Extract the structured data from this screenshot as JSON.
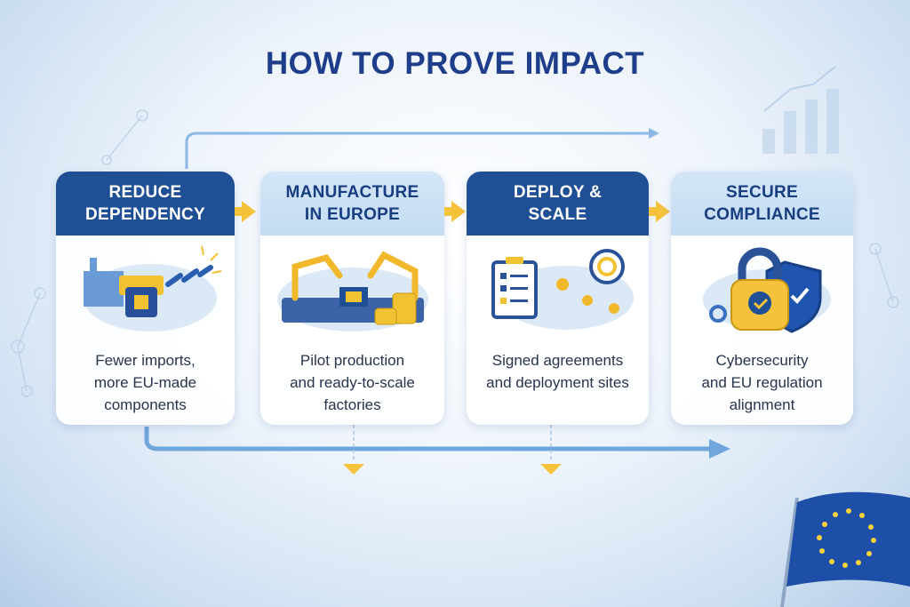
{
  "title": "HOW TO PROVE IMPACT",
  "steps": [
    {
      "heading_line1": "REDUCE",
      "heading_line2": "DEPENDENCY",
      "description": [
        "Fewer imports,",
        "more EU-made",
        "components"
      ],
      "icon": "broken-chain-chip-icon"
    },
    {
      "heading_line1": "MANUFACTURE",
      "heading_line2": "IN EUROPE",
      "description": [
        "Pilot production",
        "and ready-to-scale",
        "factories"
      ],
      "icon": "robot-arms-factory-icon"
    },
    {
      "heading_line1": "DEPLOY &",
      "heading_line2": "SCALE",
      "description": [
        "Signed agreements",
        "and deployment sites"
      ],
      "icon": "clipboard-map-target-icon"
    },
    {
      "heading_line1": "SECURE",
      "heading_line2": "COMPLIANCE",
      "description": [
        "Cybersecurity",
        "and EU regulation",
        "alignment"
      ],
      "icon": "padlock-shield-icon"
    }
  ],
  "colors": {
    "title": "#1e3d8a",
    "dark_header": "#1f4f94",
    "light_header": "#c4dcf3",
    "arrow": "#f5c33b",
    "flow_line": "#6fa6dc"
  }
}
